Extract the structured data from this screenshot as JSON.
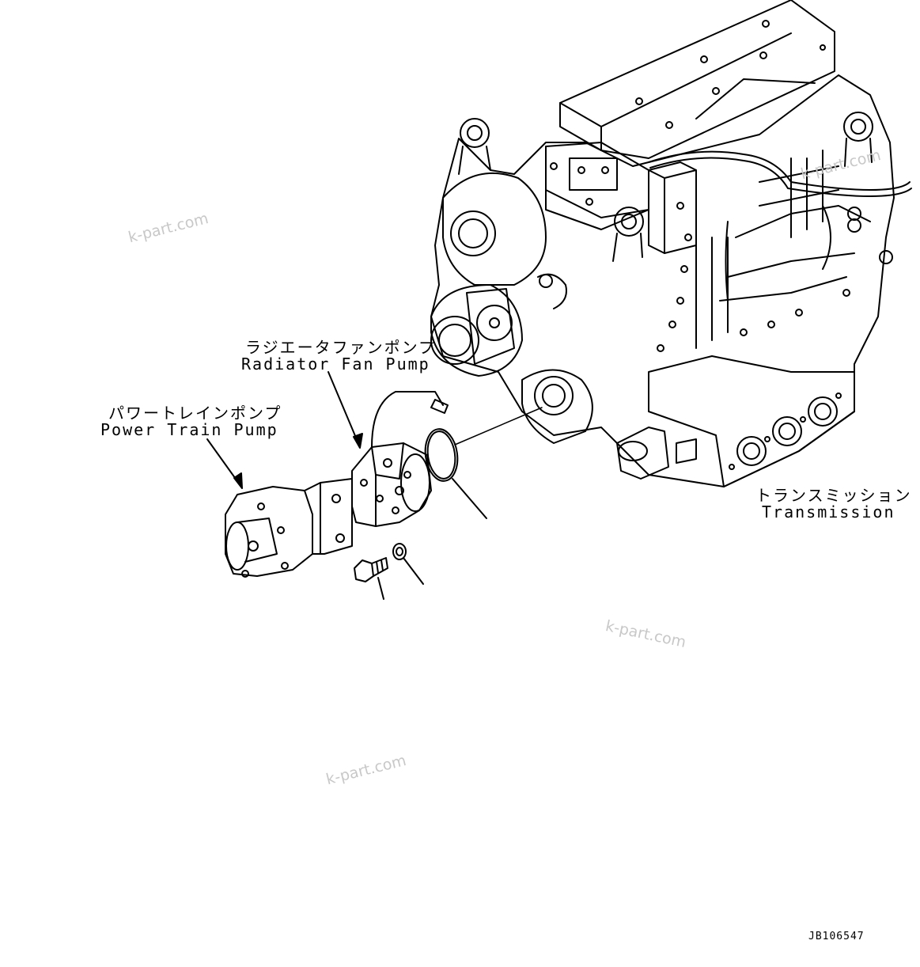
{
  "labels": {
    "radiator_fan_pump_jp": "ラジエータファンポンプ",
    "radiator_fan_pump_en": "Radiator Fan Pump",
    "power_train_pump_jp": "パワートレインポンプ",
    "power_train_pump_en": "Power Train Pump",
    "transmission_jp": "トランスミッション",
    "transmission_en": "Transmission"
  },
  "watermarks": [
    "k-part.com",
    "k-part.com",
    "k-part.com",
    "k-part.com"
  ],
  "drawing_code": "JB106547"
}
